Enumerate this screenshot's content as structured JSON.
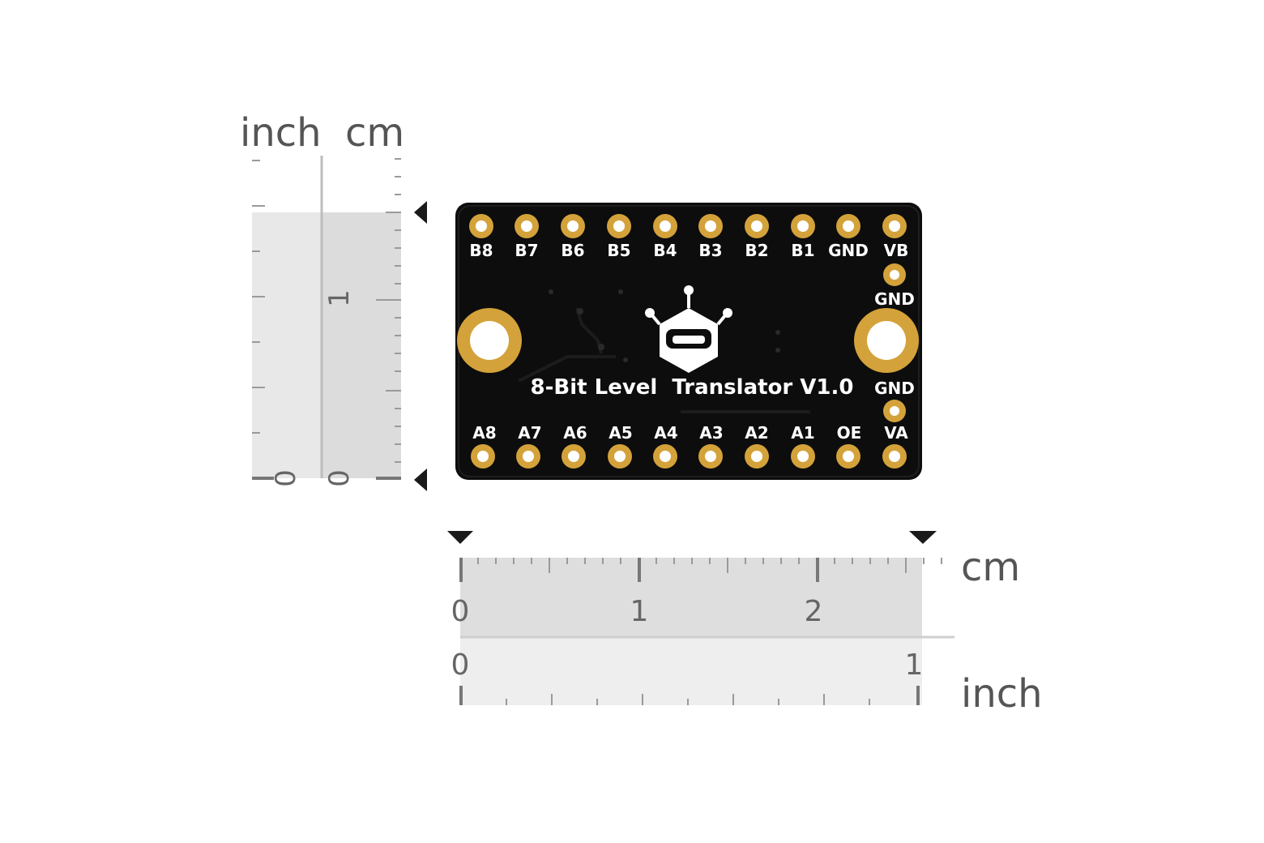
{
  "vertical_ruler": {
    "inch_label": "inch",
    "cm_label": "cm",
    "inch_zero": "0",
    "cm_zero": "0",
    "cm_one": "1"
  },
  "horizontal_ruler": {
    "cm_label": "cm",
    "inch_label": "inch",
    "cm_ticks": [
      "0",
      "1",
      "2"
    ],
    "inch_ticks": [
      "0",
      "1"
    ]
  },
  "board": {
    "title": "8-Bit Level  Translator V1.0",
    "top_pins": [
      "B8",
      "B7",
      "B6",
      "B5",
      "B4",
      "B3",
      "B2",
      "B1",
      "GND",
      "VB"
    ],
    "bottom_pins": [
      "A8",
      "A7",
      "A6",
      "A5",
      "A4",
      "A3",
      "A2",
      "A1",
      "OE",
      "VA"
    ],
    "right_pin_top": "GND",
    "right_pin_bottom": "GND",
    "pcb_color": "#0d0d0d",
    "pad_color": "#d4a23a"
  }
}
